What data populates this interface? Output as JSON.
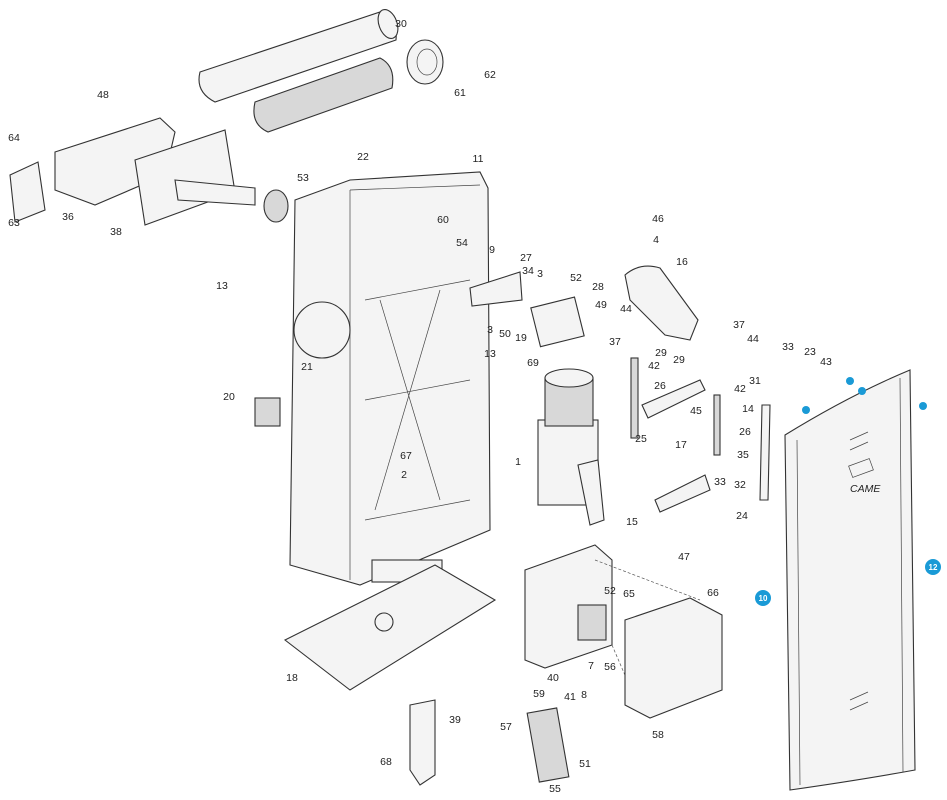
{
  "diagram": {
    "brand_logo_text": "CAME",
    "labels": [
      "30",
      "62",
      "61",
      "48",
      "64",
      "63",
      "36",
      "38",
      "53",
      "22",
      "11",
      "60",
      "54",
      "9",
      "27",
      "34",
      "3",
      "52",
      "28",
      "49",
      "3",
      "50",
      "19",
      "13",
      "69",
      "13",
      "21",
      "20",
      "67",
      "2",
      "1",
      "46",
      "4",
      "16",
      "44",
      "37",
      "29",
      "29",
      "37",
      "44",
      "42",
      "26",
      "42",
      "33",
      "23",
      "43",
      "31",
      "14",
      "45",
      "25",
      "17",
      "26",
      "35",
      "15",
      "33",
      "32",
      "24",
      "47",
      "52",
      "65",
      "66",
      "56",
      "7",
      "40",
      "41",
      "8",
      "59",
      "58",
      "57",
      "55",
      "51",
      "39",
      "68",
      "18"
    ],
    "highlighted_labels": [
      "10",
      "12"
    ],
    "highlight_color": "#1a9ad6"
  }
}
